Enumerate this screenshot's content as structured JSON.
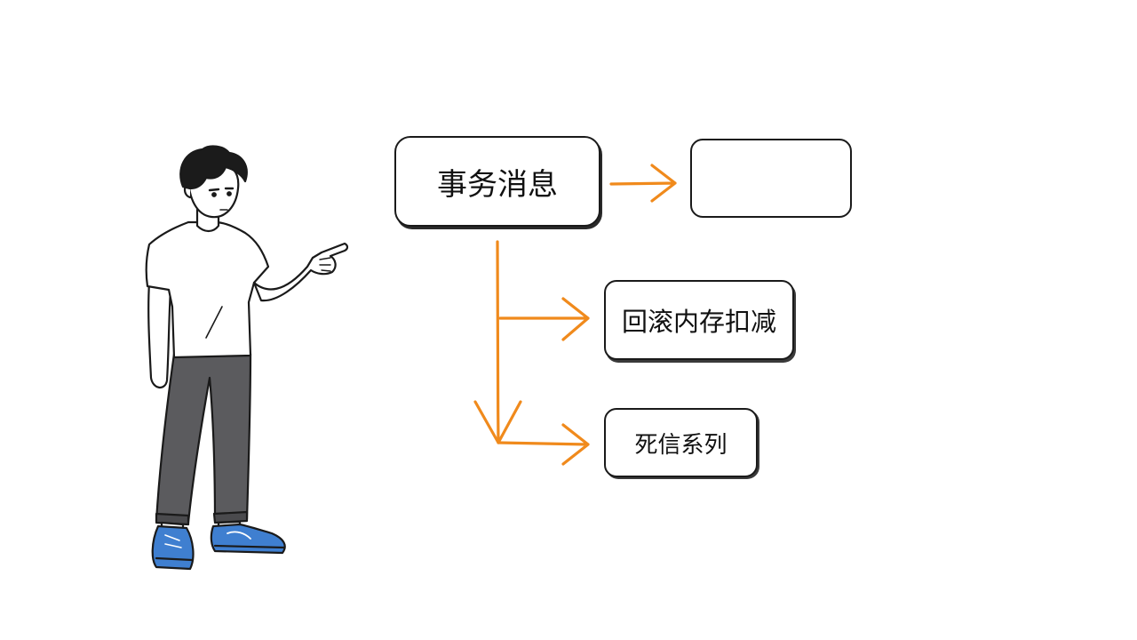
{
  "diagram": {
    "nodes": {
      "main": {
        "label": "事务消息"
      },
      "empty": {
        "label": ""
      },
      "rollback": {
        "label": "回滚内存扣减"
      },
      "dlq": {
        "label": "死信系列"
      }
    },
    "edges": [
      {
        "from": "main",
        "to": "empty"
      },
      {
        "from": "main",
        "to": "rollback"
      },
      {
        "from": "main",
        "to": "dlq"
      }
    ],
    "colors": {
      "arrow": "#f08a1c",
      "outline": "#1a1a1a",
      "shirt": "#ffffff",
      "pants": "#5b5b5e",
      "shoes": "#3f7fd0",
      "hair": "#1b1b1b"
    }
  },
  "illustration": {
    "figure": "person-pointing-right"
  }
}
